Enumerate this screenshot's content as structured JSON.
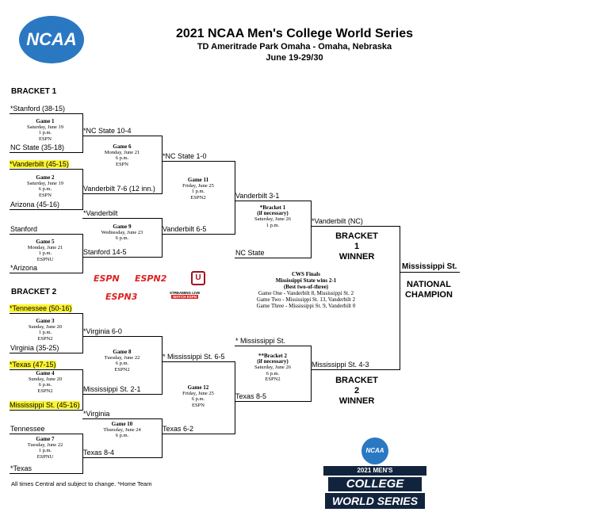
{
  "header": {
    "title": "2021 NCAA Men's College World Series",
    "venue": "TD Ameritrade Park Omaha - Omaha, Nebraska",
    "dates": "June 19-29/30"
  },
  "logo_text": "NCAA",
  "bracket1_label": "BRACKET 1",
  "bracket2_label": "BRACKET 2",
  "teams": {
    "t1": "*Stanford (38-15)",
    "t2": "NC State (35-18)",
    "t3": "*Vanderbilt (45-15)",
    "t4": "Arizona (45-16)",
    "t5": "Stanford",
    "t6": "*Arizona",
    "t7": "*Tennessee (50-16)",
    "t8": "Virginia (35-25)",
    "t9": "*Texas (47-15)",
    "t10": "Mississippi St. (45-16)",
    "t11": "Tennessee",
    "t12": "*Texas"
  },
  "results": {
    "r1": "*NC State  10-4",
    "r2": "Vanderbilt  7-6 (12 inn.)",
    "r3": "*Vanderbilt",
    "r4": "Stanford  14-5",
    "r5": "*NC State  1-0",
    "r6": "Vanderbilt  6-5",
    "r7": "Vanderbilt  3-1",
    "r8": "NC State",
    "r9": "*Vanderbilt (NC)",
    "r10": "*Virginia  6-0",
    "r11": "Mississippi St.  2-1",
    "r12": "*Virginia",
    "r13": "Texas  8-4",
    "r14": "* Mississippi St.  6-5",
    "r15": "Texas  6-2",
    "r16": "* Mississippi St.",
    "r17": "Texas  8-5",
    "r18": "Mississippi St.  4-3",
    "champion": "Mississippi St."
  },
  "games": {
    "g1": {
      "title": "Game 1",
      "day": "Saturday, June 19",
      "time": "1 p.m.",
      "tv": "ESPN"
    },
    "g2": {
      "title": "Game 2",
      "day": "Saturday, June 19",
      "time": "6 p.m.",
      "tv": "ESPN"
    },
    "g5": {
      "title": "Game 5",
      "day": "Monday, June 21",
      "time": "1 p.m.",
      "tv": "ESPNU"
    },
    "g6": {
      "title": "Game 6",
      "day": "Monday, June 21",
      "time": "6 p.m.",
      "tv": "ESPN"
    },
    "g9": {
      "title": "Game 9",
      "day": "Wednesday, June 23",
      "time": "6 p.m.",
      "tv": ""
    },
    "g11": {
      "title": "Game 11",
      "day": "Friday, June 25",
      "time": "1 p.m.",
      "tv": "ESPN2"
    },
    "b1": {
      "title": "*Bracket 1",
      "note": "(if necessary)",
      "day": "Saturday, June 26",
      "time": "1 p.m."
    },
    "g3": {
      "title": "Game 3",
      "day": "Sunday, June 20",
      "time": "1 p.m.",
      "tv": "ESPN2"
    },
    "g4": {
      "title": "Game 4",
      "day": "Sunday, June 20",
      "time": "6 p.m.",
      "tv": "ESPN2"
    },
    "g7": {
      "title": "Game 7",
      "day": "Tuesday, June 22",
      "time": "1 p.m.",
      "tv": "ESPNU"
    },
    "g8": {
      "title": "Game 8",
      "day": "Tuesday, June 22",
      "time": "6 p.m.",
      "tv": "ESPN2"
    },
    "g10": {
      "title": "Game 10",
      "day": "Thursday, June 24",
      "time": "6 p.m.",
      "tv": ""
    },
    "g12": {
      "title": "Game 12",
      "day": "Friday, June 25",
      "time": "6 p.m.",
      "tv": "ESPN"
    },
    "b2": {
      "title": "**Bracket 2",
      "note": "(if necessary)",
      "day": "Saturday, June 26",
      "time": "6 p.m.",
      "tv": "ESPN2"
    }
  },
  "winners": {
    "b1_line1": "BRACKET 1",
    "b1_line2": "WINNER",
    "b2_line1": "BRACKET 2",
    "b2_line2": "WINNER",
    "nat1": "NATIONAL",
    "nat2": "CHAMPION"
  },
  "finals": {
    "title": "CWS Finals",
    "sub": "Mississippi State wins 2-1",
    "format": "(Best two-of-three)",
    "game1": "Game One - Vanderbilt 8, Mississippi St. 2",
    "game2": "Game Two - Mississippi St. 13, Vanderbilt 2",
    "game3": "Game Three - Mississippi St. 9, Vanderbilt 0"
  },
  "networks": {
    "n1": "ESPN",
    "n2": "ESPN2",
    "n3": "ESPN3",
    "stream1": "STREAMING LIVE",
    "stream2": "WATCH ESPN"
  },
  "footer": "All times Central and subject to change. *Home Team",
  "cws_logo": {
    "top": "NCAA",
    "line1": "2021 MEN'S",
    "line2": "COLLEGE",
    "line3": "WORLD SERIES"
  },
  "colors": {
    "highlight": "#fbf430",
    "ncaa_blue": "#2b78c2",
    "espn_red": "#d22"
  }
}
